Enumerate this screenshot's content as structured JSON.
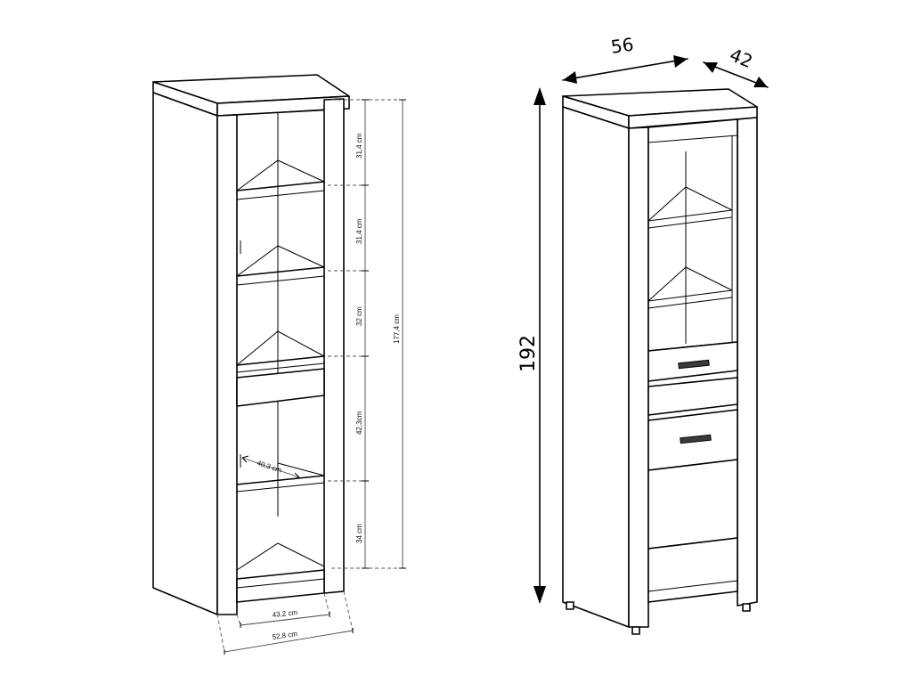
{
  "left_drawing": {
    "shelf_heights": [
      "31,4 cm",
      "31,4 cm",
      "32 cm",
      "42,3cm",
      "34 cm"
    ],
    "inner_height": "177,4 cm",
    "shelf_depth": "40,3 cm",
    "inner_width": "43,2 cm",
    "outer_width": "52,8 cm"
  },
  "right_drawing": {
    "width": "56",
    "depth": "42",
    "height": "192"
  },
  "colors": {
    "line": "#000000",
    "dimension": "#444444",
    "handle": "#3a3a3a"
  }
}
